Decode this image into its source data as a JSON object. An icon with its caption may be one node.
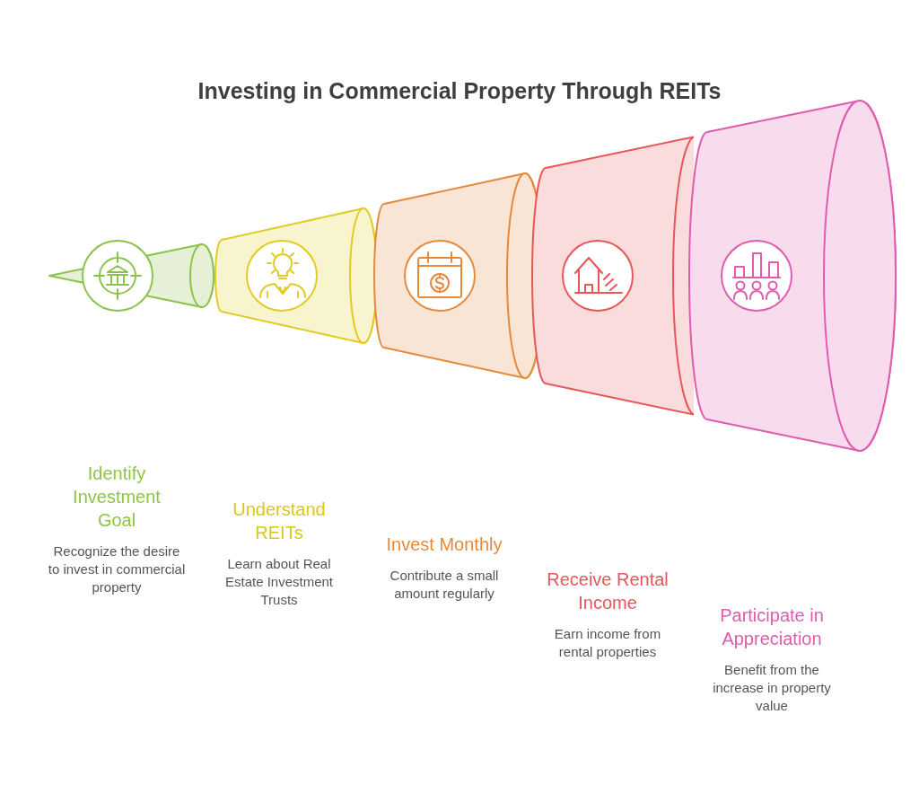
{
  "diagram": {
    "title": "Investing in Commercial Property Through REITs",
    "nodes": [
      {
        "text": [],
        "shape": "cone",
        "beside": [
          "Identify Investment Goal",
          "Recognize the desire to invest in commercial property"
        ]
      },
      {
        "text": [],
        "shape": "cone",
        "beside": [
          "Understand REITs",
          "Learn about Real Estate Investment Trusts"
        ]
      },
      {
        "text": [],
        "shape": "cone",
        "beside": [
          "Invest Monthly",
          "Contribute a small amount regularly"
        ]
      },
      {
        "text": [],
        "shape": "cone",
        "beside": [
          "Receive Rental Income",
          "Earn income from rental properties"
        ]
      },
      {
        "text": [],
        "shape": "cone",
        "beside": [
          "Participate in Appreciation",
          "Benefit from the increase in property value"
        ]
      }
    ]
  }
}
